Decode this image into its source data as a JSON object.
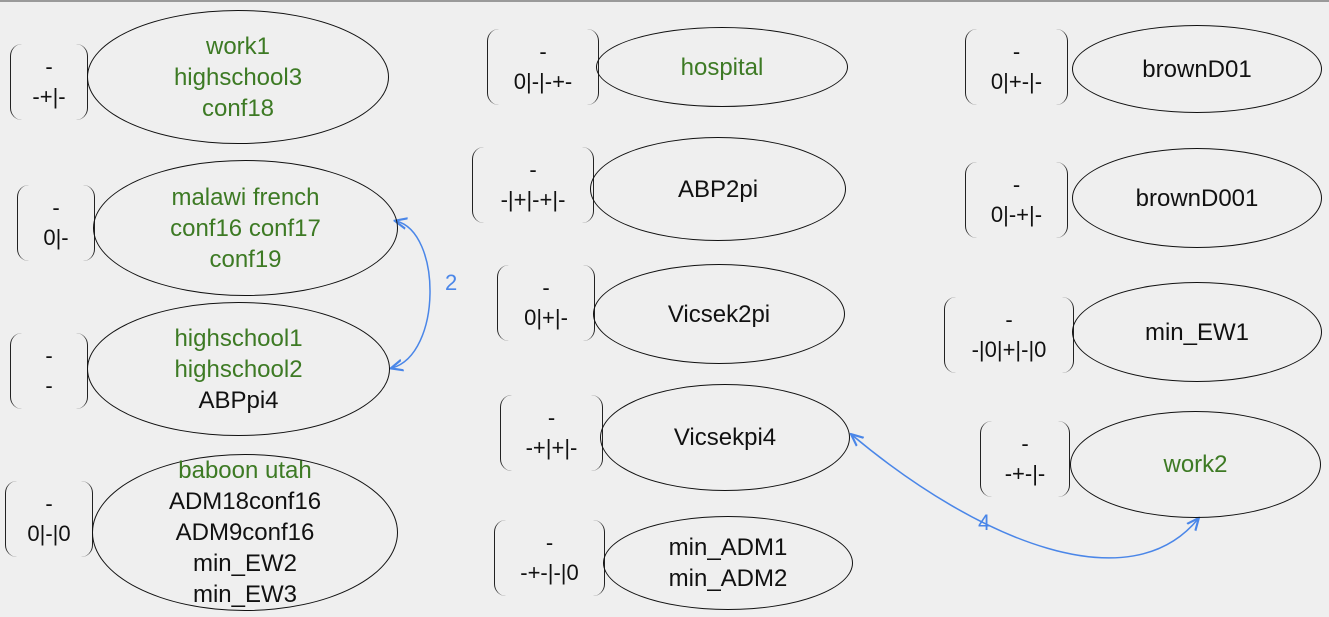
{
  "colors": {
    "background": "#efefef",
    "green_text": "#3d7a24",
    "black_text": "#111111",
    "edge": "#4a86e8"
  },
  "nodes": [
    {
      "id": "n1",
      "bracket": [
        "-",
        "-+|-"
      ],
      "lines": [
        {
          "t": "work1",
          "c": "green"
        },
        {
          "t": "highschool3",
          "c": "green"
        },
        {
          "t": "conf18",
          "c": "green"
        }
      ]
    },
    {
      "id": "n2",
      "bracket": [
        "-",
        "0|-"
      ],
      "lines": [
        {
          "t": "malawi french",
          "c": "green"
        },
        {
          "t": "conf16 conf17",
          "c": "green"
        },
        {
          "t": "conf19",
          "c": "green"
        }
      ]
    },
    {
      "id": "n3",
      "bracket": [
        "-",
        "-"
      ],
      "lines": [
        {
          "t": "highschool1",
          "c": "green"
        },
        {
          "t": "highschool2",
          "c": "green"
        },
        {
          "t": "ABPpi4",
          "c": "black"
        }
      ]
    },
    {
      "id": "n4",
      "bracket": [
        "-",
        "0|-|0"
      ],
      "lines": [
        {
          "t": "baboon utah",
          "c": "green"
        },
        {
          "t": "ADM18conf16",
          "c": "black"
        },
        {
          "t": "ADM9conf16",
          "c": "black"
        },
        {
          "t": "min_EW2",
          "c": "black"
        },
        {
          "t": "min_EW3",
          "c": "black"
        }
      ]
    },
    {
      "id": "n5",
      "bracket": [
        "-",
        "0|-|-+-"
      ],
      "lines": [
        {
          "t": "hospital",
          "c": "green"
        }
      ]
    },
    {
      "id": "n6",
      "bracket": [
        "-",
        "-|+|-+|-"
      ],
      "lines": [
        {
          "t": "ABP2pi",
          "c": "black"
        }
      ]
    },
    {
      "id": "n7",
      "bracket": [
        "-",
        "0|+|-"
      ],
      "lines": [
        {
          "t": "Vicsek2pi",
          "c": "black"
        }
      ]
    },
    {
      "id": "n8",
      "bracket": [
        "-",
        "-+|+|-"
      ],
      "lines": [
        {
          "t": "Vicsekpi4",
          "c": "black"
        }
      ]
    },
    {
      "id": "n9",
      "bracket": [
        "-",
        "-+-|-|0"
      ],
      "lines": [
        {
          "t": "min_ADM1",
          "c": "black"
        },
        {
          "t": "min_ADM2",
          "c": "black"
        }
      ]
    },
    {
      "id": "n10",
      "bracket": [
        "-",
        "0|+-|-"
      ],
      "lines": [
        {
          "t": "brownD01",
          "c": "black"
        }
      ]
    },
    {
      "id": "n11",
      "bracket": [
        "-",
        "0|-+|-"
      ],
      "lines": [
        {
          "t": "brownD001",
          "c": "black"
        }
      ]
    },
    {
      "id": "n12",
      "bracket": [
        "-",
        "-|0|+|-|0"
      ],
      "lines": [
        {
          "t": "min_EW1",
          "c": "black"
        }
      ]
    },
    {
      "id": "n13",
      "bracket": [
        "-",
        "-+-|-"
      ],
      "lines": [
        {
          "t": "work2",
          "c": "green"
        }
      ]
    }
  ],
  "edges": [
    {
      "id": "e1",
      "from": "n2",
      "to": "n3",
      "label": "2"
    },
    {
      "id": "e2",
      "from": "n13",
      "to": "n8",
      "label": "4"
    }
  ]
}
